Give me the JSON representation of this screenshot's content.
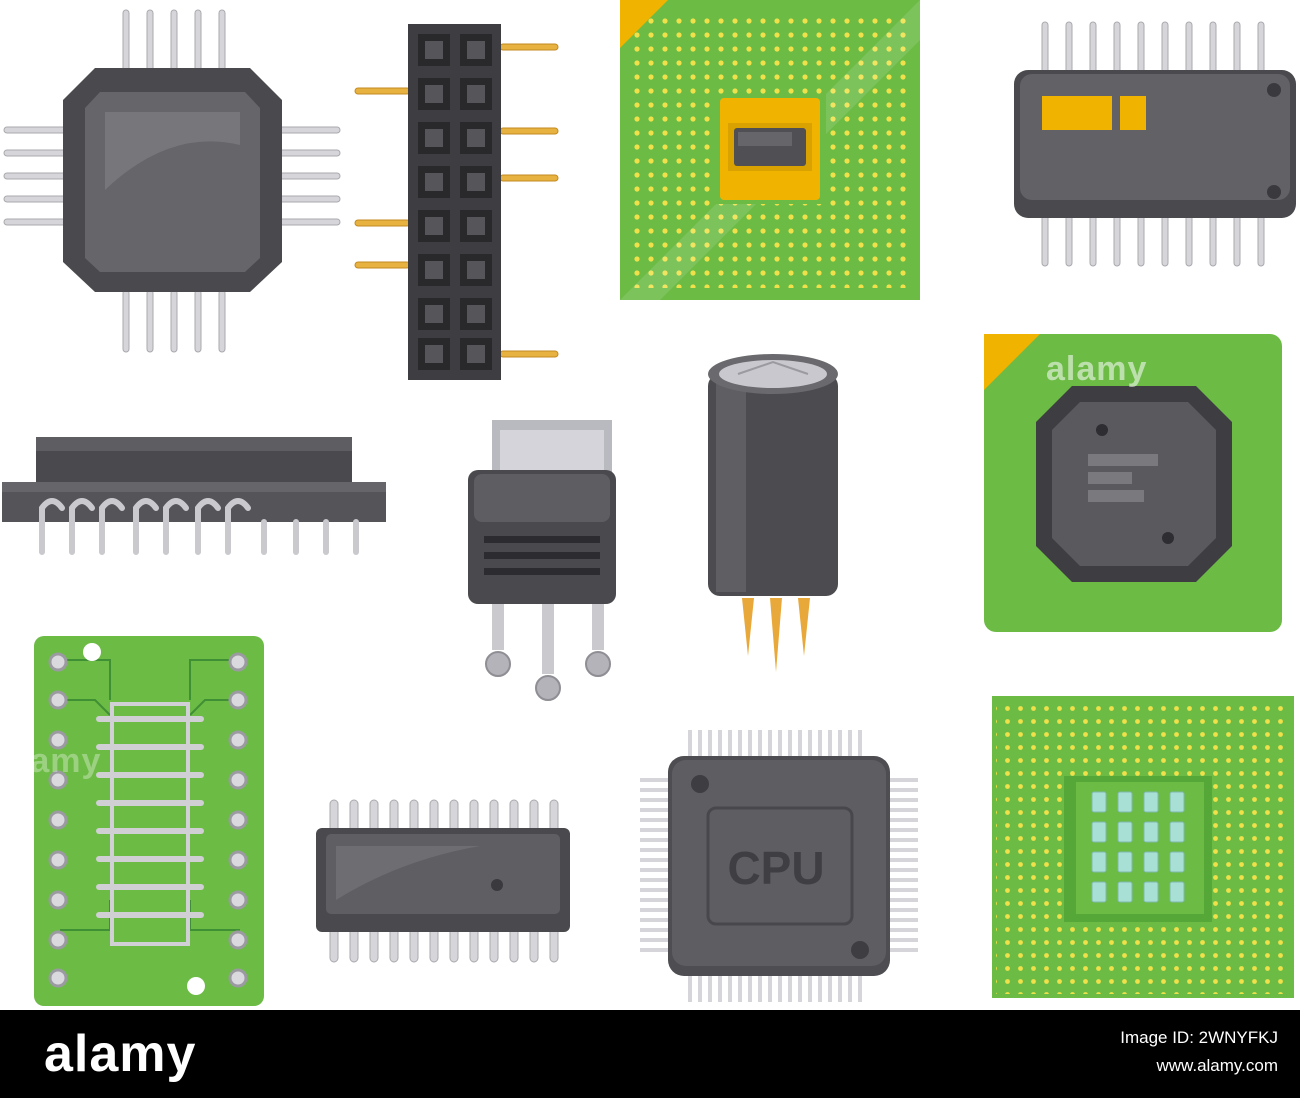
{
  "illustration": {
    "cpu_label": "CPU",
    "colors": {
      "chip_body": "#5b5b5f",
      "chip_top": "#6c6c70",
      "pcb_green": "#6cbb45",
      "pcb_green_dark": "#3f8f35",
      "gold": "#f0b400",
      "pin_silver": "#cfcfd4",
      "pin_gold": "#e9a93a"
    },
    "components": [
      {
        "name": "qfp-chip-left",
        "icon": "chip-icon"
      },
      {
        "name": "pin-header-socket",
        "icon": "pin-header-icon"
      },
      {
        "name": "cpu-pga-top",
        "icon": "cpu-icon"
      },
      {
        "name": "dip-chip-right",
        "icon": "chip-icon"
      },
      {
        "name": "inductor-module",
        "icon": "coil-icon"
      },
      {
        "name": "voltage-regulator",
        "icon": "regulator-icon"
      },
      {
        "name": "electrolytic-capacitor",
        "icon": "capacitor-icon"
      },
      {
        "name": "cpu-socket-green",
        "icon": "cpu-icon"
      },
      {
        "name": "breakout-pcb",
        "icon": "pcb-icon"
      },
      {
        "name": "soic-chip",
        "icon": "chip-icon"
      },
      {
        "name": "cpu-qfp",
        "icon": "cpu-icon"
      },
      {
        "name": "bga-processor",
        "icon": "bga-icon"
      }
    ]
  },
  "watermark": {
    "text": "alamy"
  },
  "footer": {
    "logo": "alamy",
    "image_id_line": "Image ID: 2WNYFKJ",
    "site_line": "www.alamy.com"
  }
}
